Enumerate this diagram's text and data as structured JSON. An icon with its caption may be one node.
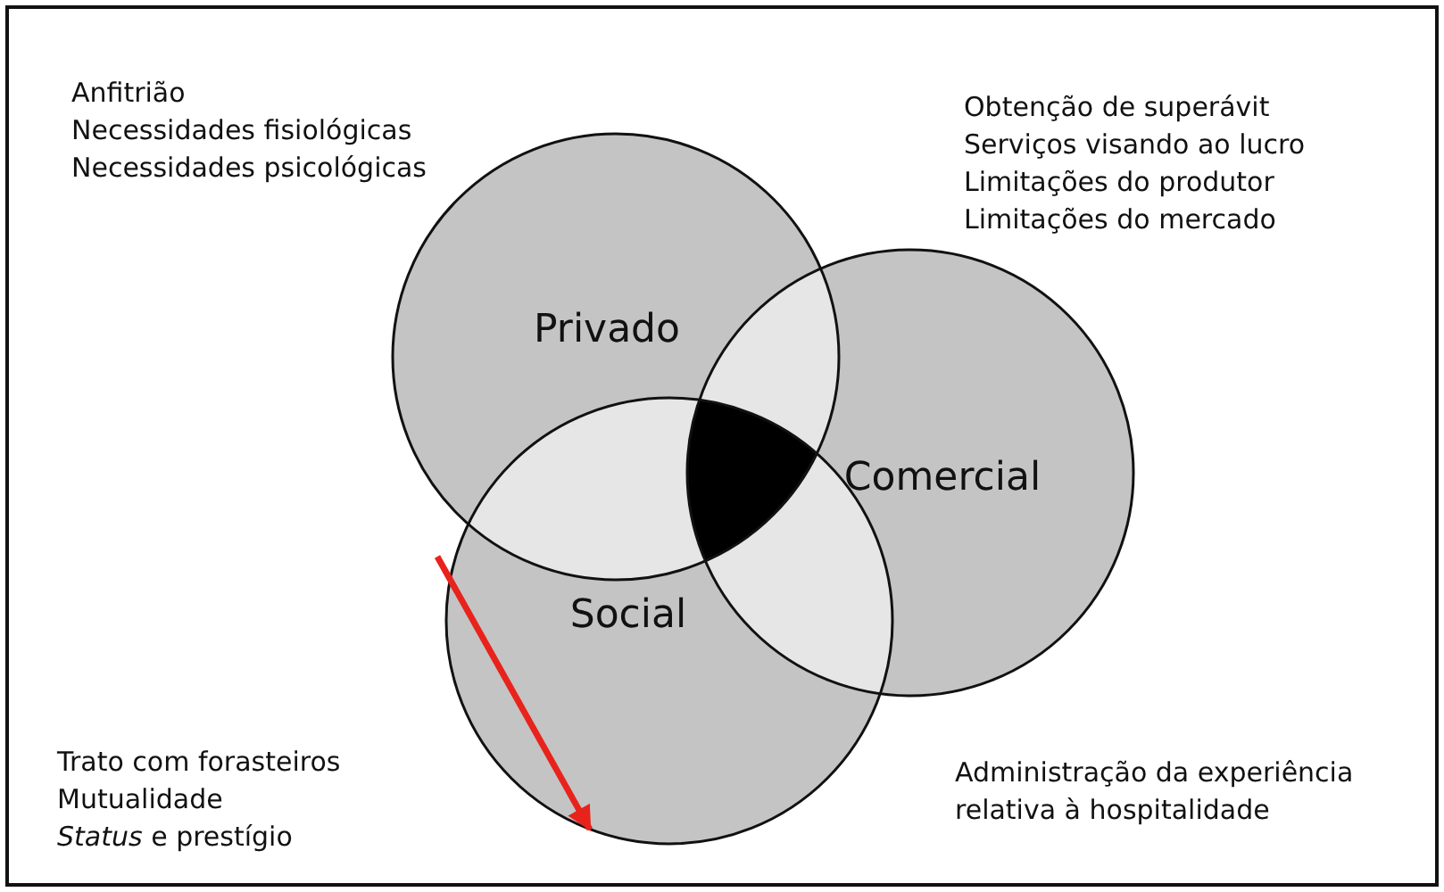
{
  "diagram": {
    "nodes": [
      {
        "text": [
          "Privado"
        ]
      },
      {
        "text": [
          "Comercial"
        ]
      },
      {
        "text": [
          "Social"
        ]
      }
    ],
    "edges": [
      {
        "from": null,
        "to": 2,
        "arrow": "to",
        "color": "#e8231c"
      }
    ],
    "labels": [
      "Anfitrião",
      "Necessidades fisiológicas",
      "Necessidades psicológicas",
      "Obtenção de superávit",
      "Serviços visando ao lucro",
      "Limitações do produtor",
      "Limitações do mercado",
      "Trato com forasteiros",
      "Mutualidade",
      "*Status* e prestígio",
      "Administração da experiência relativa à hospitalidade"
    ]
  }
}
